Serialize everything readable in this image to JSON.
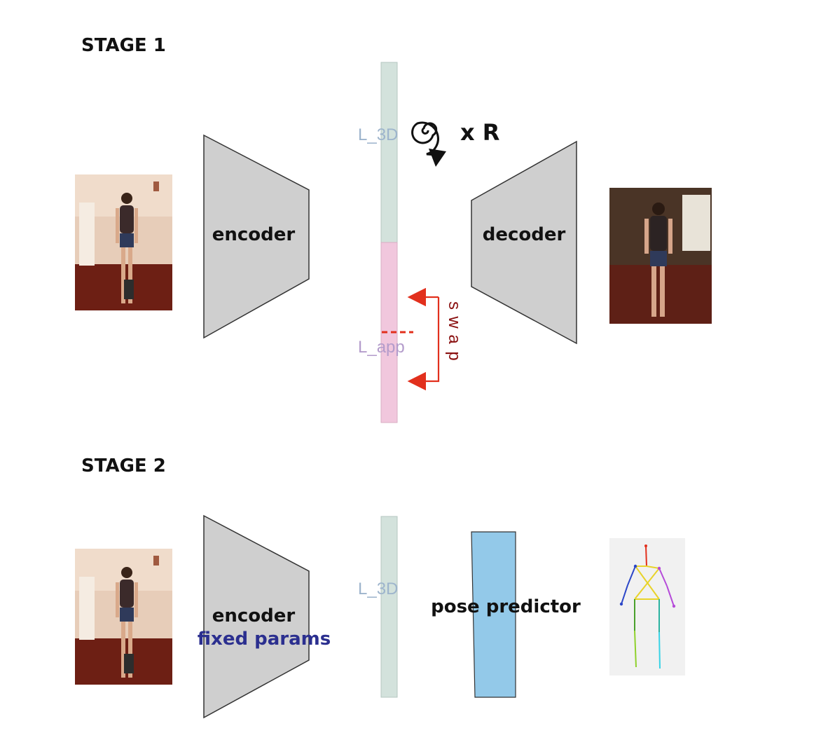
{
  "stage1": {
    "title": "STAGE 1",
    "encoder_label": "encoder",
    "decoder_label": "decoder",
    "latent_3d_label": "L_3D",
    "latent_app_label": "L_app",
    "rotation_label": "x R",
    "swap_label": "swap",
    "swap_letters": [
      "s",
      "w",
      "a",
      "p"
    ]
  },
  "stage2": {
    "title": "STAGE 2",
    "encoder_label": "encoder",
    "encoder_sublabel": "fixed params",
    "latent_3d_label": "L_3D",
    "pose_predictor_label": "pose predictor"
  },
  "colors": {
    "block_fill": "#cfcfcf",
    "latent_3d": "#d3e2dc",
    "latent_app": "#f1c7dd",
    "pose_predictor": "#93c9e9",
    "swap_arrow": "#e2301d",
    "swap_text": "#8a1010",
    "latent_3d_text": "#9db4cc",
    "latent_app_text": "#b49ccb",
    "fixed_params_text": "#2b2f8f",
    "floor": "#6d1f14",
    "wall": "#e7cdb9"
  },
  "icons": [
    "rotation-icon",
    "person-photo",
    "skeleton-icon"
  ]
}
